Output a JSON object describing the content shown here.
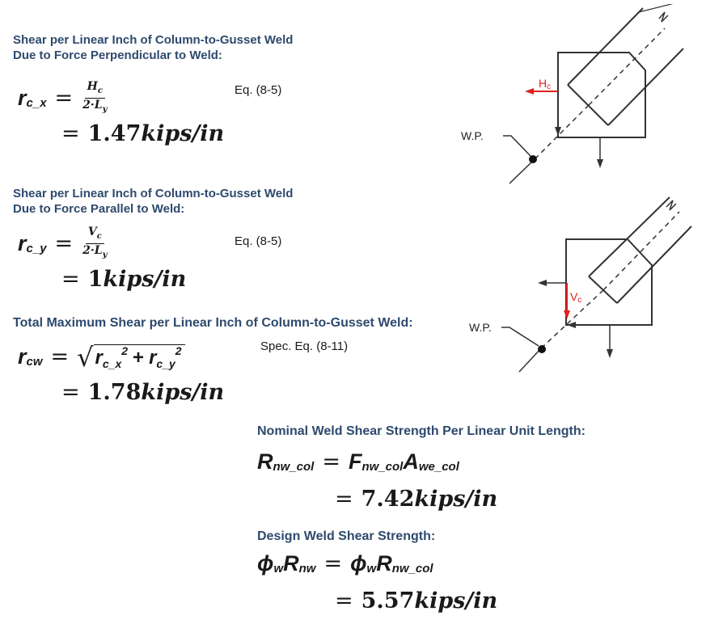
{
  "sections": {
    "perpendicular": {
      "heading_line1": "Shear per Linear Inch of Column-to-Gusset Weld",
      "heading_line2": "Due to Force Perpendicular to Weld:",
      "lhs": "r",
      "lhs_sub": "c_x",
      "frac_num": "H",
      "frac_num_sub": "c",
      "frac_den": "2·L",
      "frac_den_sub": "y",
      "eq_ref": "Eq. (8-5)",
      "result_num": "1.47",
      "result_unit": "kips/in"
    },
    "parallel": {
      "heading_line1": "Shear per Linear Inch of Column-to-Gusset Weld",
      "heading_line2": "Due to Force Parallel to Weld:",
      "lhs": "r",
      "lhs_sub": "c_y",
      "frac_num": "V",
      "frac_num_sub": "c",
      "frac_den": "2·L",
      "frac_den_sub": "y",
      "eq_ref": "Eq. (8-5)",
      "result_num": "1",
      "result_unit": "kips/in"
    },
    "total": {
      "heading": "Total Maximum Shear per Linear Inch of Column-to-Gusset Weld:",
      "lhs": "r",
      "lhs_sub": "cw",
      "term1": "r",
      "term1_sub": "c_x",
      "term1_sup": "2",
      "plus": "+",
      "term2": "r",
      "term2_sub": "c_y",
      "term2_sup": "2",
      "eq_ref": "Spec. Eq. (8-11)",
      "result_num": "1.78",
      "result_unit": "kips/in"
    },
    "nominal": {
      "heading": "Nominal Weld Shear Strength Per Linear Unit Length:",
      "lhs": "R",
      "lhs_sub": "nw_col",
      "rhs1": "F",
      "rhs1_sub": "nw_col",
      "rhs2": "A",
      "rhs2_sub": "we_col",
      "result_num": "7.42",
      "result_unit": "kips/in"
    },
    "design": {
      "heading": "Design Weld Shear Strength:",
      "lhs_phi": "ϕ",
      "lhs_phi_sub": "w",
      "lhs_R": "R",
      "lhs_R_sub": "nw",
      "rhs_phi": "ϕ",
      "rhs_phi_sub": "w",
      "rhs_R": "R",
      "rhs_R_sub": "nw_col",
      "result_num": "5.57",
      "result_unit": "kips/in"
    }
  },
  "diagrams": {
    "top": {
      "force_label_main": "H",
      "force_label_sub": "c",
      "wp_label": "W.P."
    },
    "bottom": {
      "force_label_main": "V",
      "force_label_sub": "c",
      "wp_label": "W.P."
    }
  },
  "colors": {
    "heading": "#2e4a6e",
    "force_arrow": "#e02020",
    "line": "#333333"
  }
}
